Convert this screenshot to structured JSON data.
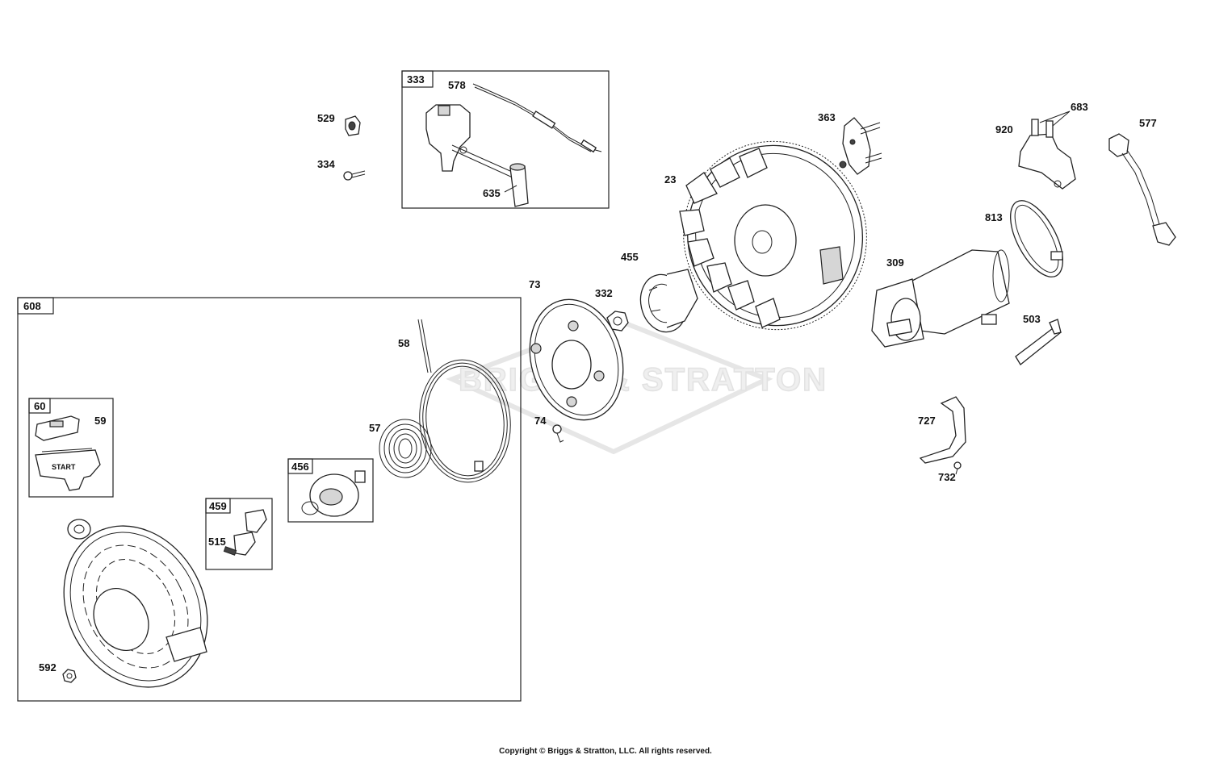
{
  "watermark": "BRIGGS & STRATTON",
  "copyright": "Copyright © Briggs & Stratton, LLC. All rights reserved.",
  "groups": {
    "g333": "333",
    "g608": "608",
    "g60": "60",
    "g456": "456",
    "g459": "459"
  },
  "callouts": {
    "p529": "529",
    "p334": "334",
    "p578": "578",
    "p635": "635",
    "p363": "363",
    "p23": "23",
    "p920": "920",
    "p683": "683",
    "p577": "577",
    "p813": "813",
    "p455": "455",
    "p309": "309",
    "p73": "73",
    "p332": "332",
    "p503": "503",
    "p58": "58",
    "p59": "59",
    "p57": "57",
    "p74": "74",
    "p727": "727",
    "p732": "732",
    "p515": "515",
    "p592": "592"
  },
  "handle_text": "START"
}
